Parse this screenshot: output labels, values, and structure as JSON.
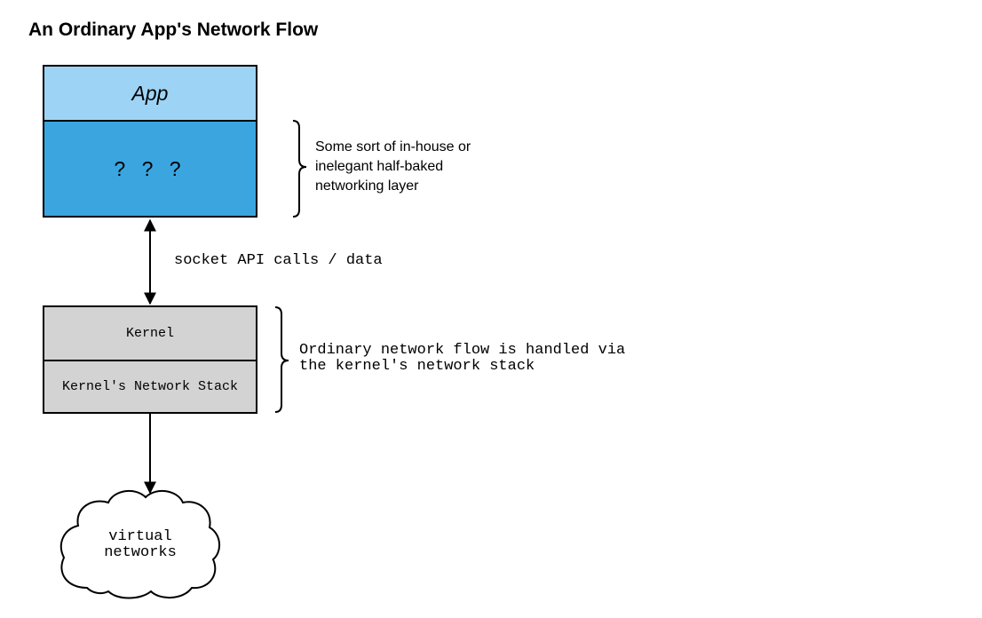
{
  "title": "An Ordinary App's Network Flow",
  "app_box": {
    "header": "App",
    "body": "? ? ?"
  },
  "app_note": {
    "lines": [
      "Some sort of in-house or",
      "inelegant half-baked",
      "networking layer"
    ]
  },
  "connection_label": "socket API calls / data",
  "kernel_box": {
    "top": "Kernel",
    "bottom": "Kernel's Network Stack"
  },
  "kernel_note": {
    "lines": [
      "Ordinary network flow is handled via",
      "the kernel's network stack"
    ]
  },
  "cloud": {
    "lines": [
      "virtual",
      "networks"
    ]
  },
  "colors": {
    "app_header": "#9dd4f5",
    "app_body": "#3ba5df",
    "kernel": "#d3d3d3"
  }
}
